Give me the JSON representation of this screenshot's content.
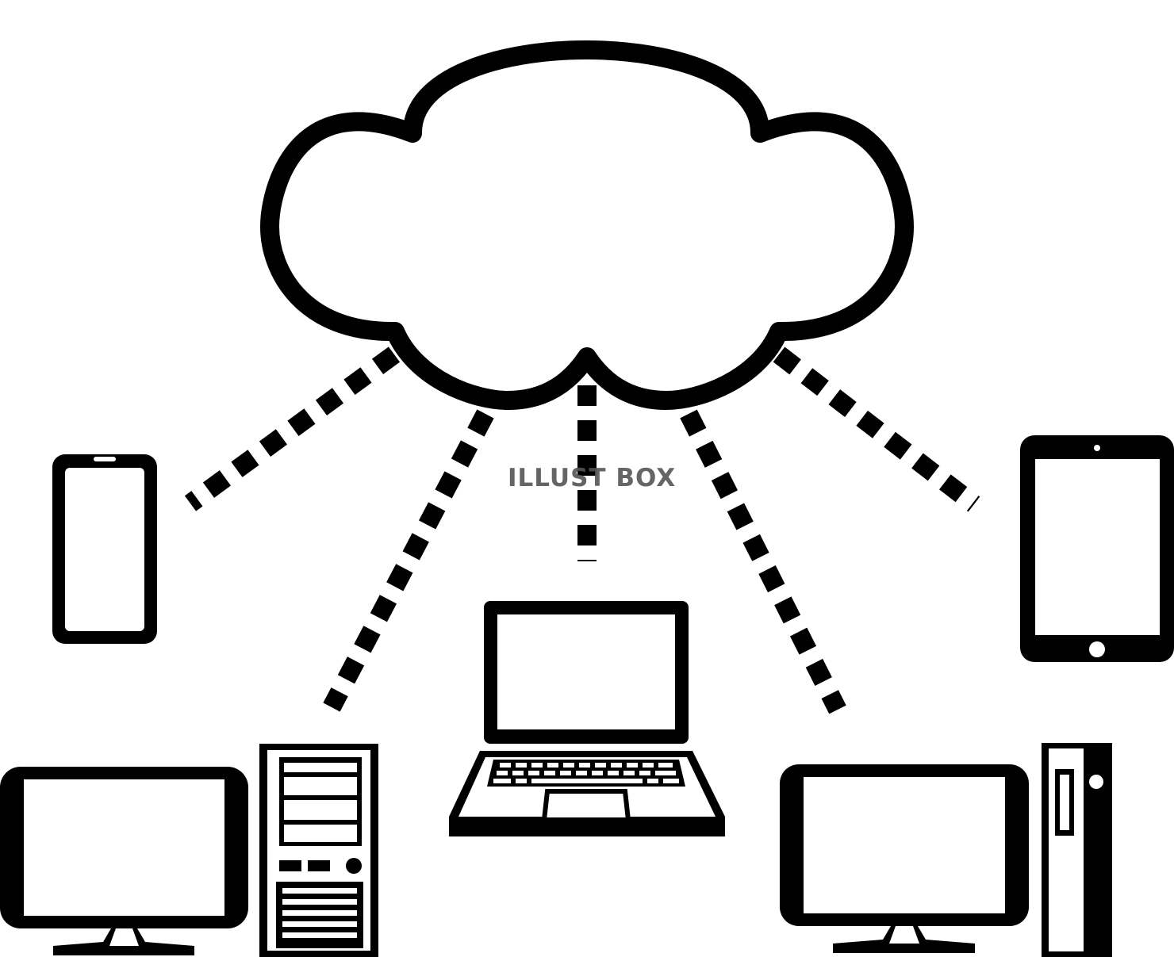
{
  "diagram": {
    "type": "cloud-network",
    "nodes": [
      {
        "id": "cloud",
        "icon": "cloud-icon"
      },
      {
        "id": "smartphone",
        "icon": "smartphone-icon"
      },
      {
        "id": "tablet",
        "icon": "tablet-icon"
      },
      {
        "id": "laptop",
        "icon": "laptop-icon"
      },
      {
        "id": "desktop-tower-left",
        "icon": "desktop-tower-icon"
      },
      {
        "id": "desktop-slim-right",
        "icon": "desktop-slim-icon"
      }
    ],
    "edges": [
      {
        "from": "cloud",
        "to": "smartphone",
        "style": "dashed"
      },
      {
        "from": "cloud",
        "to": "desktop-tower-left",
        "style": "dashed"
      },
      {
        "from": "cloud",
        "to": "laptop",
        "style": "dashed"
      },
      {
        "from": "cloud",
        "to": "desktop-slim-right",
        "style": "dashed"
      },
      {
        "from": "cloud",
        "to": "tablet",
        "style": "dashed"
      }
    ]
  },
  "watermark": {
    "text": "ILLUST BOX"
  },
  "colors": {
    "ink": "#000000",
    "background": "#ffffff",
    "watermark": "#555555"
  }
}
